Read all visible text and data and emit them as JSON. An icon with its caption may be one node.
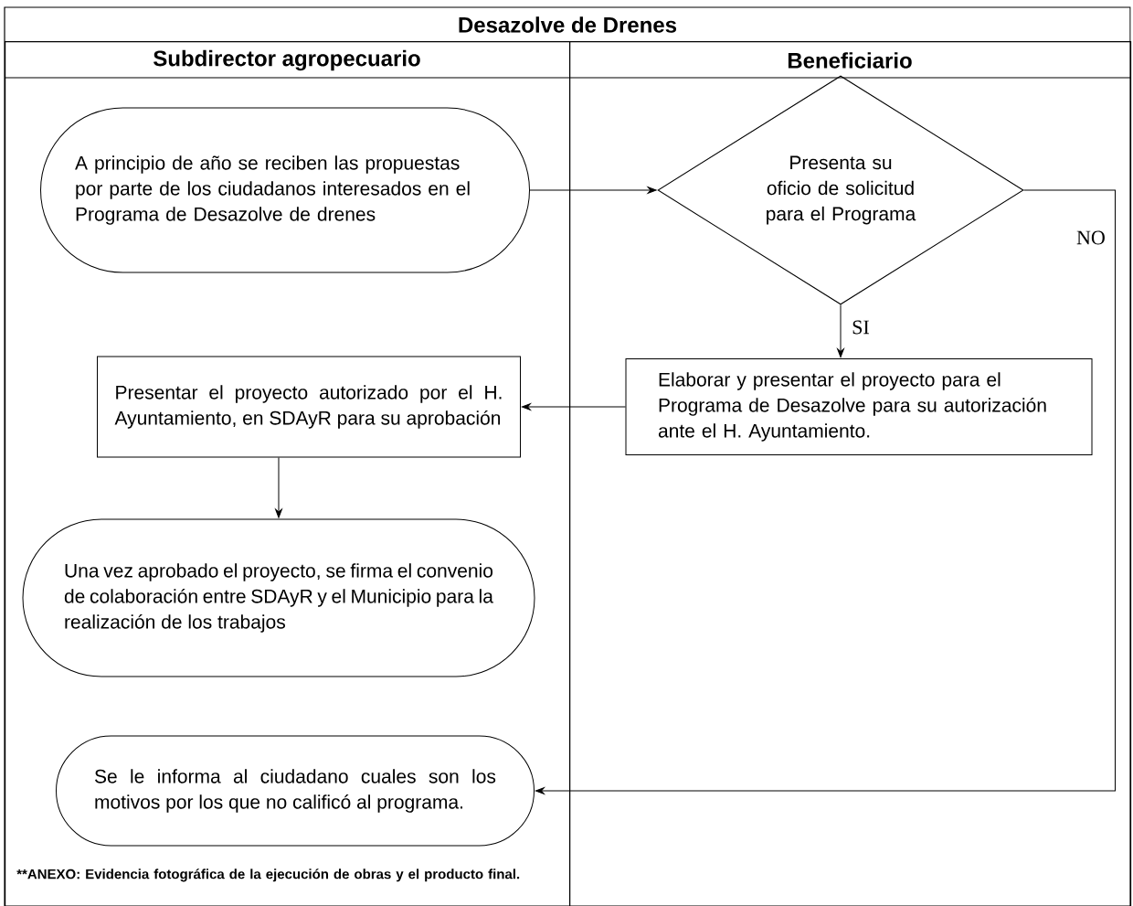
{
  "diagram": {
    "title": "Desazolve de Drenes",
    "nodes": [
      {
        "text": [
          "Subdirector agropecuario"
        ]
      },
      {
        "text": [
          "Beneficiario"
        ]
      },
      {
        "text": [
          "A principio de año se reciben las propuestas por parte de los ciudadanos interesados en el Programa de Desazolve de drenes"
        ],
        "in": 0
      },
      {
        "text": [
          "Presenta su oficio de solicitud para el Programa"
        ],
        "in": 1
      },
      {
        "text": [
          "Elaborar y presentar el proyecto para el Programa de Desazolve para su autorización ante el H. Ayuntamiento."
        ],
        "in": 1
      },
      {
        "text": [
          "Presentar el proyecto autorizado por el H. Ayuntamiento, en SDAyR para su aprobación"
        ],
        "in": 0
      },
      {
        "text": [
          "Una vez aprobado el proyecto, se firma el convenio de colaboración entre SDAyR y el Municipio para la realización de los trabajos"
        ],
        "in": 0
      },
      {
        "text": [
          "Se le informa al ciudadano cuales son los motivos por los que no calificó al programa."
        ],
        "in": 0
      }
    ],
    "edges": [
      {
        "from": 2,
        "to": 3,
        "arrow": "to"
      },
      {
        "from": 3,
        "to": 4,
        "arrow": "to",
        "label": "SI"
      },
      {
        "from": 3,
        "to": 7,
        "arrow": "to",
        "label": "NO"
      },
      {
        "from": 4,
        "to": 5,
        "arrow": "to"
      },
      {
        "from": 5,
        "to": 6,
        "arrow": "to"
      }
    ],
    "labels": [
      "**ANEXO: Evidencia fotográfica de la ejecución de obras y el producto final."
    ]
  }
}
